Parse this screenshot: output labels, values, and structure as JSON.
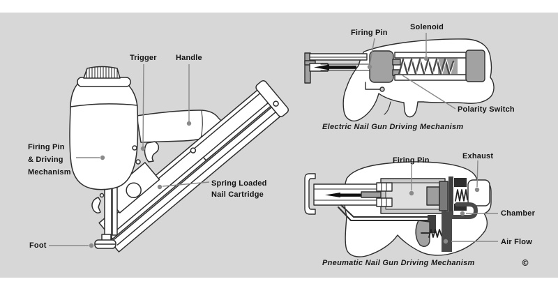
{
  "colors": {
    "background": "#d7d7d7",
    "page_margin": "#ffffff",
    "ink": "#2e2e2e",
    "leader_line": "#8a8a8a",
    "part_gray": "#a2a2a2",
    "part_light_gray": "#c9c9c9",
    "nail_black": "#111111"
  },
  "main_diagram": {
    "labels": {
      "trigger": "Trigger",
      "handle": "Handle",
      "firing_pin_line1": "Firing Pin",
      "firing_pin_line2": "& Driving",
      "firing_pin_line3": "Mechanism",
      "cartridge_line1": "Spring Loaded",
      "cartridge_line2": "Nail Cartridge",
      "foot": "Foot"
    }
  },
  "electric_diagram": {
    "labels": {
      "firing_pin": "Firing Pin",
      "solenoid": "Solenoid",
      "polarity_switch": "Polarity Switch"
    },
    "caption": "Electric Nail Gun Driving Mechanism"
  },
  "pneumatic_diagram": {
    "labels": {
      "firing_pin": "Firing Pin",
      "exhaust": "Exhaust",
      "chamber": "Chamber",
      "air_flow": "Air Flow"
    },
    "caption": "Pneumatic Nail Gun Driving Mechanism"
  },
  "footer": {
    "copyright": "©"
  }
}
